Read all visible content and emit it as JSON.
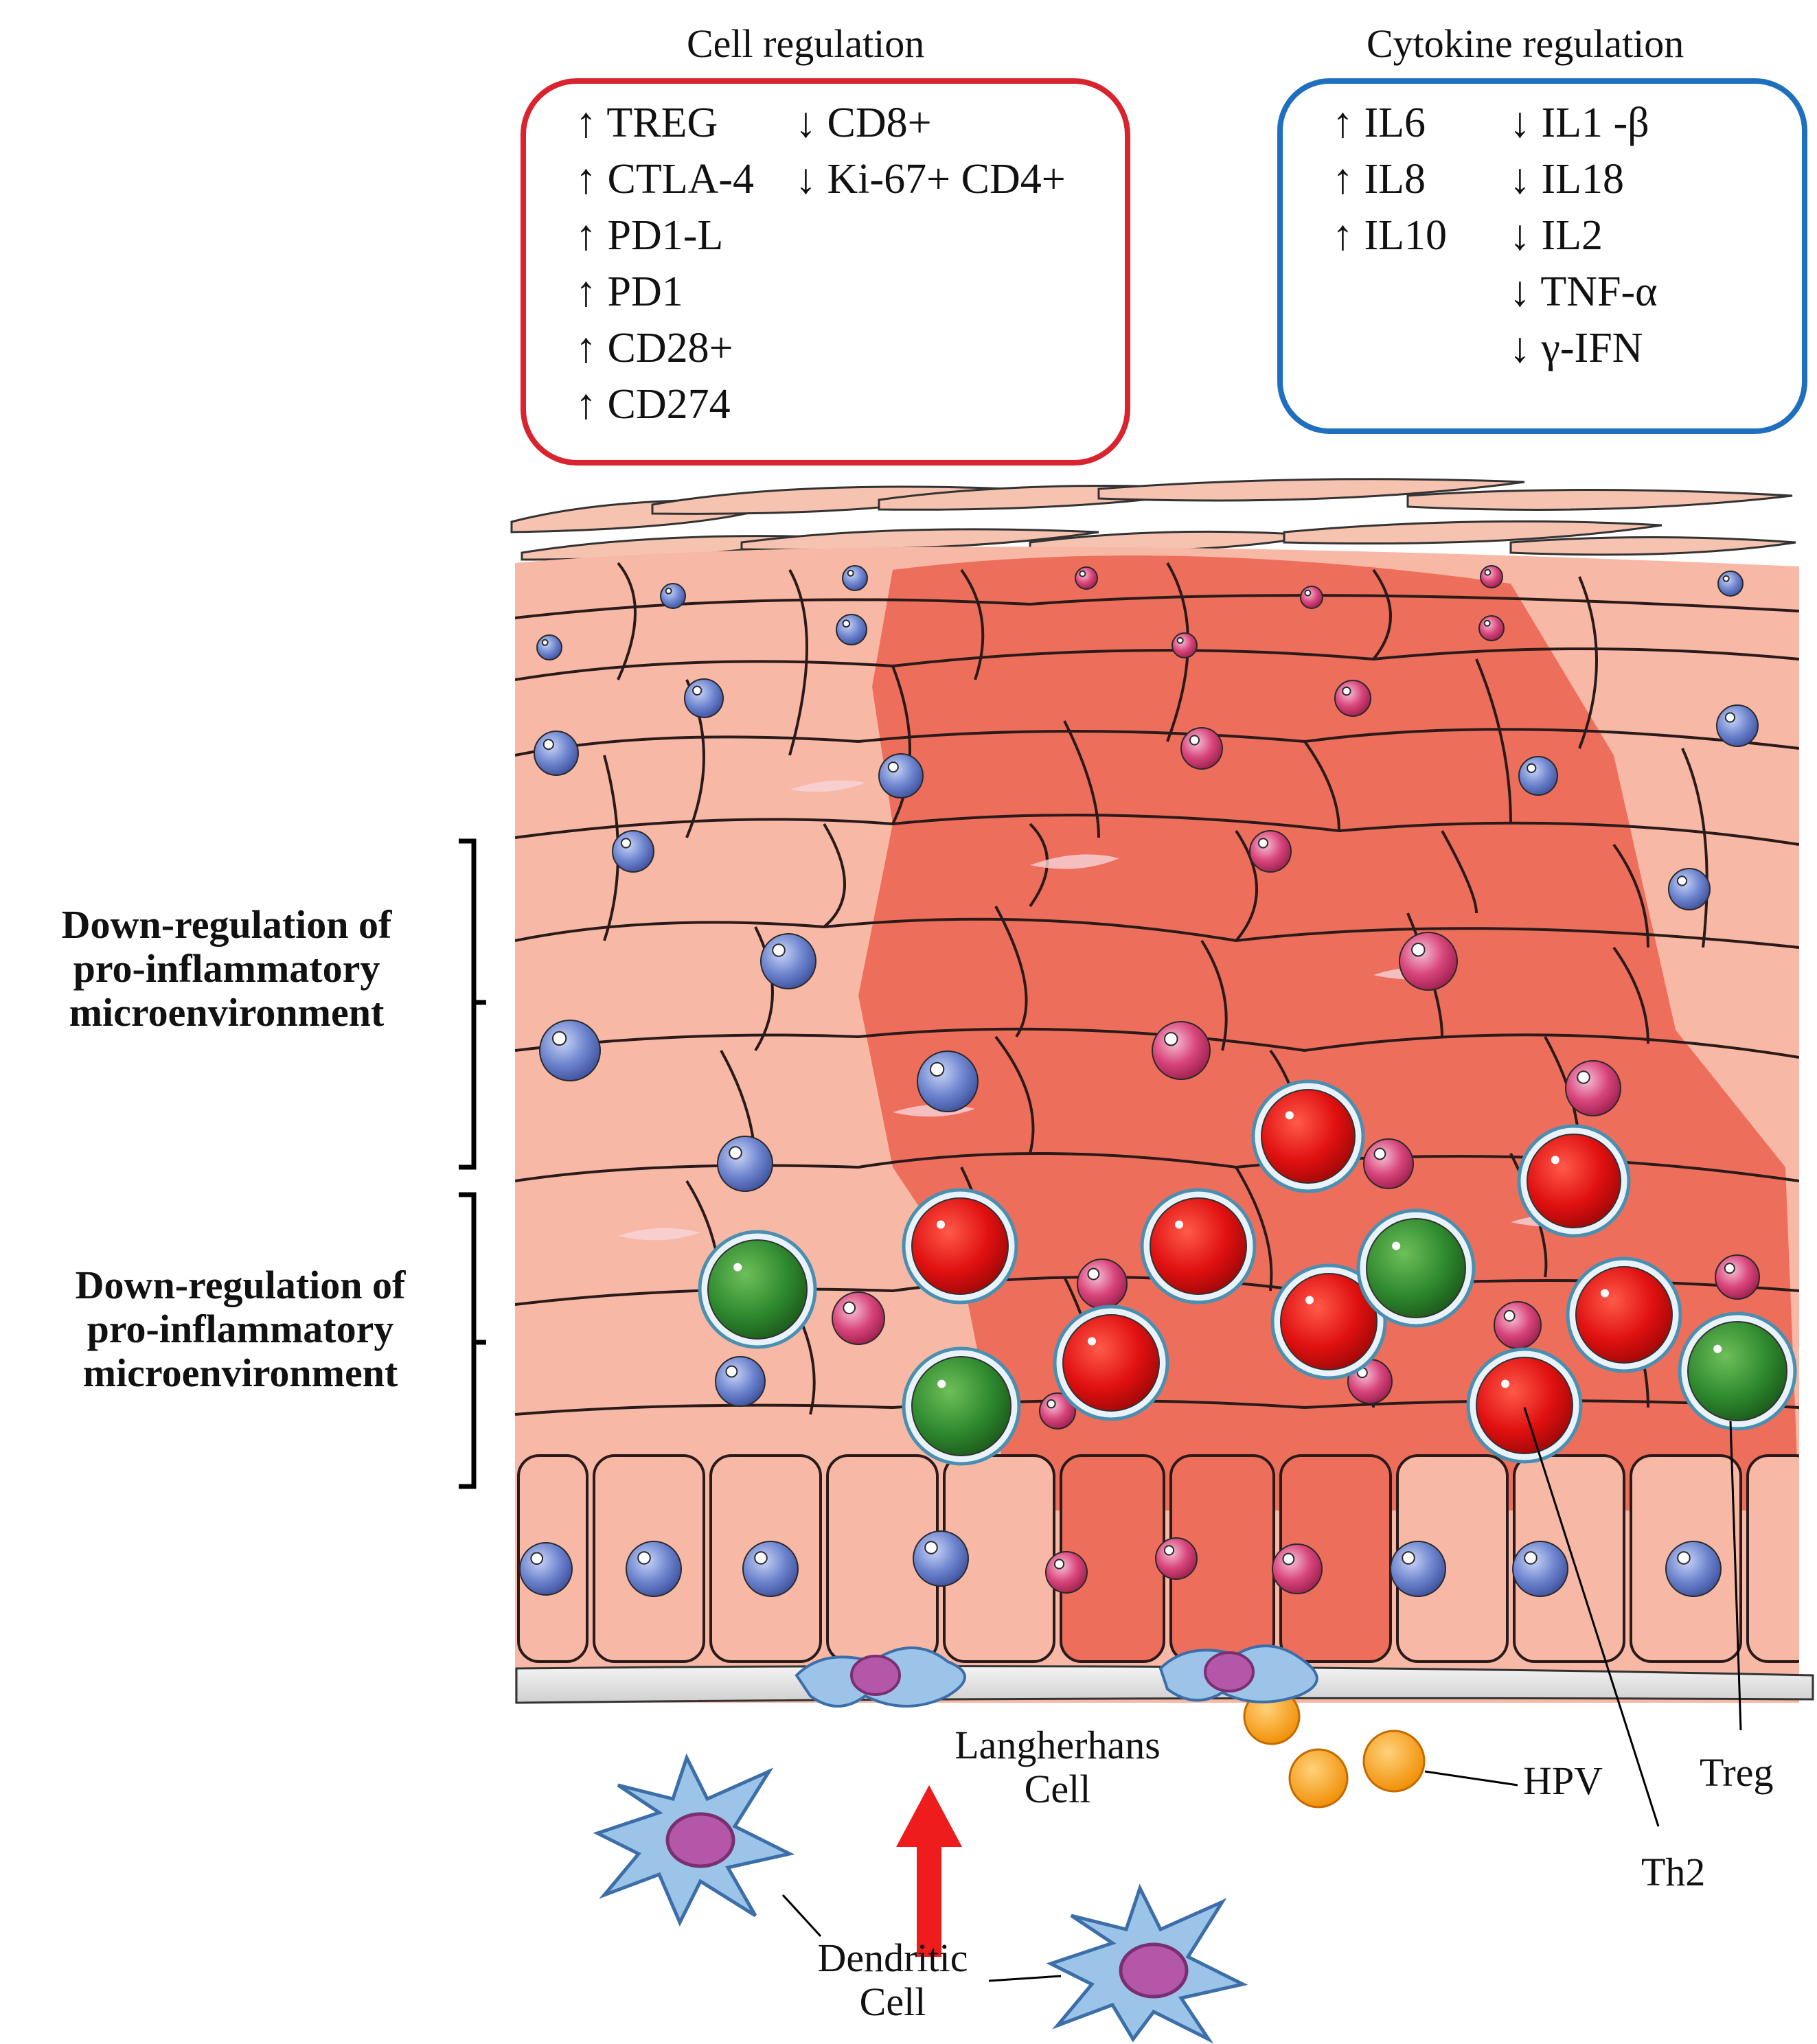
{
  "cell_box": {
    "title": "Cell regulation",
    "up": [
      "↑ TREG",
      "↑ CTLA-4",
      "↑ PD1-L",
      "↑ PD1",
      "↑ CD28+",
      "↑ CD274"
    ],
    "down": [
      "↓ CD8+",
      "↓ Ki-67+ CD4+"
    ],
    "border_color": "#d9232d"
  },
  "cytokine_box": {
    "title": "Cytokine regulation",
    "up": [
      "↑ IL6",
      "↑ IL8",
      "↑ IL10"
    ],
    "down": [
      "↓ IL1 -β",
      "↓ IL18",
      "↓ IL2",
      "↓ TNF-α",
      "↓ γ-IFN"
    ],
    "border_color": "#1f6fbf"
  },
  "side_labels": [
    {
      "lines": [
        "Down-regulation  of",
        "pro-inflammatory",
        "microenvironment"
      ]
    },
    {
      "lines": [
        "Down-regulation  of",
        "pro-inflammatory",
        "microenvironment"
      ]
    }
  ],
  "callouts": {
    "langerhans": [
      "Langherhans",
      "Cell"
    ],
    "hpv": "HPV",
    "treg": "Treg",
    "th2": "Th2",
    "dendritic": [
      "Dendritic",
      "Cell"
    ]
  },
  "colors": {
    "normal_cell": "#f7b9a6",
    "infected_cell": "#ee6e5c",
    "blue_nucleus": "#6f86cf",
    "pink_nucleus": "#d8457b",
    "th2_cell": "#e01010",
    "treg_cell": "#2f8a2f",
    "hpv_particle": "#f5a623",
    "dendritic_cell": "#9cc3e8",
    "arrow_red": "#ee1c1c"
  }
}
